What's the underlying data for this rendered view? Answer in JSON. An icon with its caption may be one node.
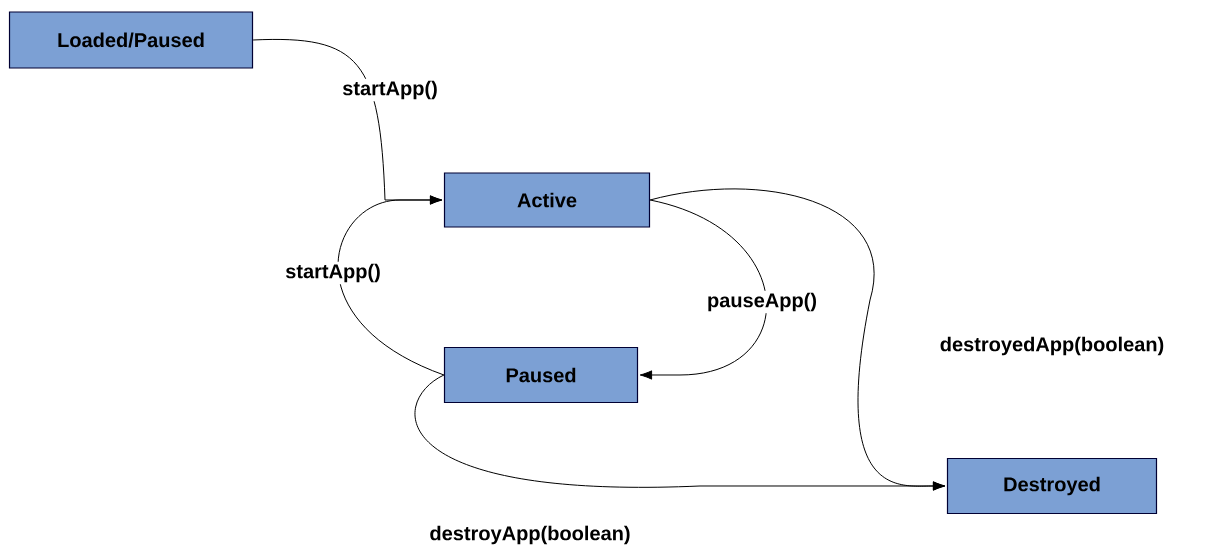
{
  "diagram": {
    "nodes": [
      {
        "text": [
          "Loaded/Paused"
        ]
      },
      {
        "text": [
          "Active"
        ]
      },
      {
        "text": [
          "Paused"
        ]
      },
      {
        "text": [
          "Destroyed"
        ]
      }
    ],
    "edges": [
      {
        "from": 0,
        "to": 1,
        "arrow": "to",
        "label": "startApp()"
      },
      {
        "from": 2,
        "to": 1,
        "arrow": "to",
        "label": "startApp()"
      },
      {
        "from": 1,
        "to": 2,
        "arrow": "to",
        "label": "pauseApp()"
      },
      {
        "from": 1,
        "to": 3,
        "arrow": "to",
        "label": "destroyedApp(boolean)"
      },
      {
        "from": 2,
        "to": 3,
        "arrow": "to",
        "label": "destroyApp(boolean)"
      }
    ]
  }
}
